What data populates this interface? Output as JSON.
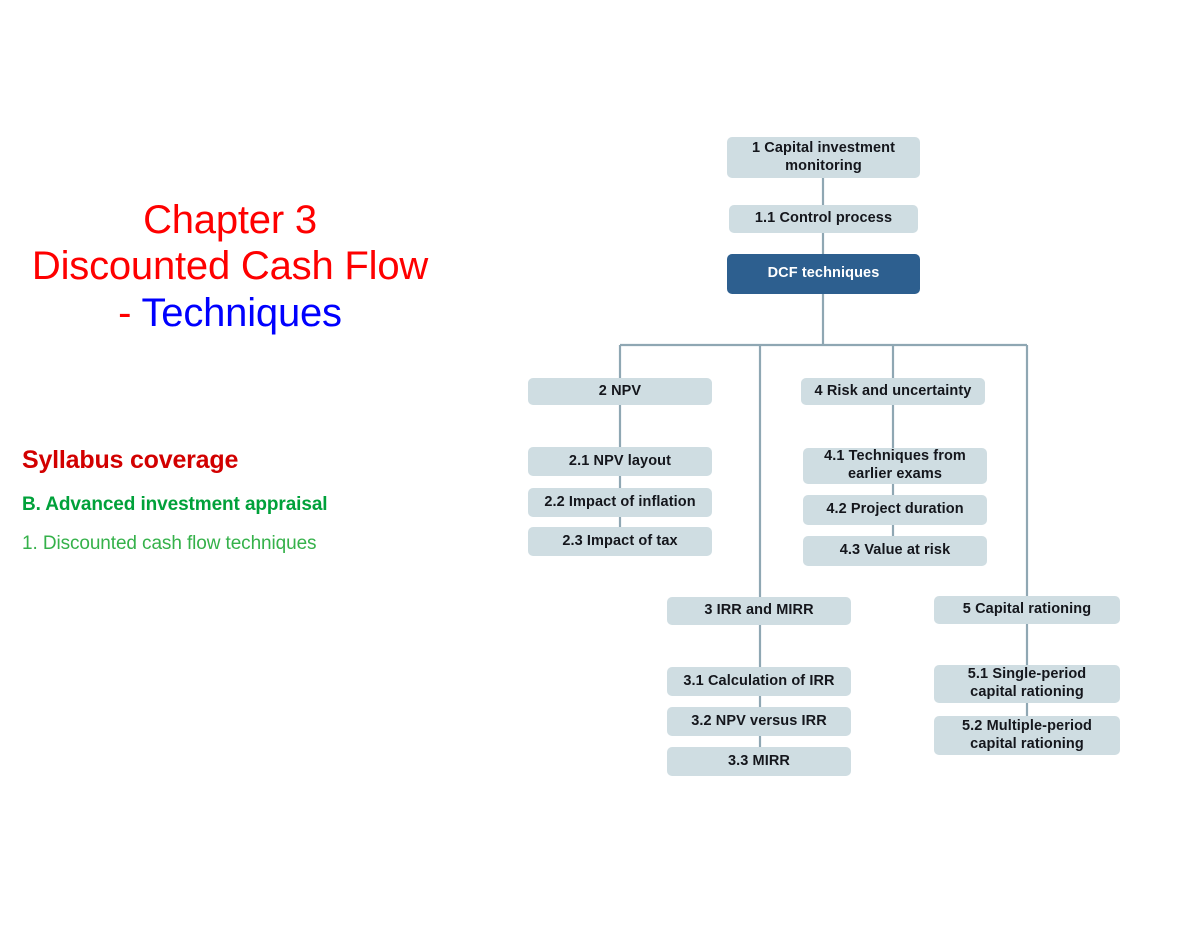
{
  "slide": {
    "title": {
      "line1": "Chapter 3",
      "line2": "Discounted Cash Flow",
      "line3_dash": "- ",
      "line3": "Techniques"
    },
    "syllabus": {
      "heading": "Syllabus coverage",
      "section": "B. Advanced investment appraisal",
      "item": "1. Discounted cash flow techniques"
    },
    "colors": {
      "title_red": "#fe0000",
      "title_blue": "#0000fe",
      "syllabus_red": "#d20000",
      "syllabus_green_bold": "#00a13a",
      "syllabus_green": "#35b14a",
      "node_fill": "#cfdde2",
      "node_accent_fill": "#2d5f8f",
      "connector": "#8fa7b3"
    }
  },
  "diagram": {
    "nodes": [
      {
        "id": "n1",
        "label_line1": "1 Capital investment",
        "label_line2": "monitoring",
        "accent": false
      },
      {
        "id": "n11",
        "label_line1": "1.1 Control process",
        "label_line2": "",
        "accent": false
      },
      {
        "id": "ndcf",
        "label_line1": "DCF techniques",
        "label_line2": "",
        "accent": true
      },
      {
        "id": "n2",
        "label_line1": "2 NPV",
        "label_line2": "",
        "accent": false
      },
      {
        "id": "n21",
        "label_line1": "2.1 NPV layout",
        "label_line2": "",
        "accent": false
      },
      {
        "id": "n22",
        "label_line1": "2.2 Impact of inflation",
        "label_line2": "",
        "accent": false
      },
      {
        "id": "n23",
        "label_line1": "2.3 Impact of tax",
        "label_line2": "",
        "accent": false
      },
      {
        "id": "n4",
        "label_line1": "4 Risk and uncertainty",
        "label_line2": "",
        "accent": false
      },
      {
        "id": "n41",
        "label_line1": "4.1 Techniques from",
        "label_line2": "earlier exams",
        "accent": false
      },
      {
        "id": "n42",
        "label_line1": "4.2 Project duration",
        "label_line2": "",
        "accent": false
      },
      {
        "id": "n43",
        "label_line1": "4.3 Value at risk",
        "label_line2": "",
        "accent": false
      },
      {
        "id": "n3",
        "label_line1": "3 IRR and MIRR",
        "label_line2": "",
        "accent": false
      },
      {
        "id": "n31",
        "label_line1": "3.1 Calculation of IRR",
        "label_line2": "",
        "accent": false
      },
      {
        "id": "n32",
        "label_line1": "3.2 NPV versus IRR",
        "label_line2": "",
        "accent": false
      },
      {
        "id": "n33",
        "label_line1": "3.3 MIRR",
        "label_line2": "",
        "accent": false
      },
      {
        "id": "n5",
        "label_line1": "5 Capital rationing",
        "label_line2": "",
        "accent": false
      },
      {
        "id": "n51",
        "label_line1": "5.1 Single-period",
        "label_line2": "capital rationing",
        "accent": false
      },
      {
        "id": "n52",
        "label_line1": "5.2 Multiple-period",
        "label_line2": "capital rationing",
        "accent": false
      }
    ]
  }
}
